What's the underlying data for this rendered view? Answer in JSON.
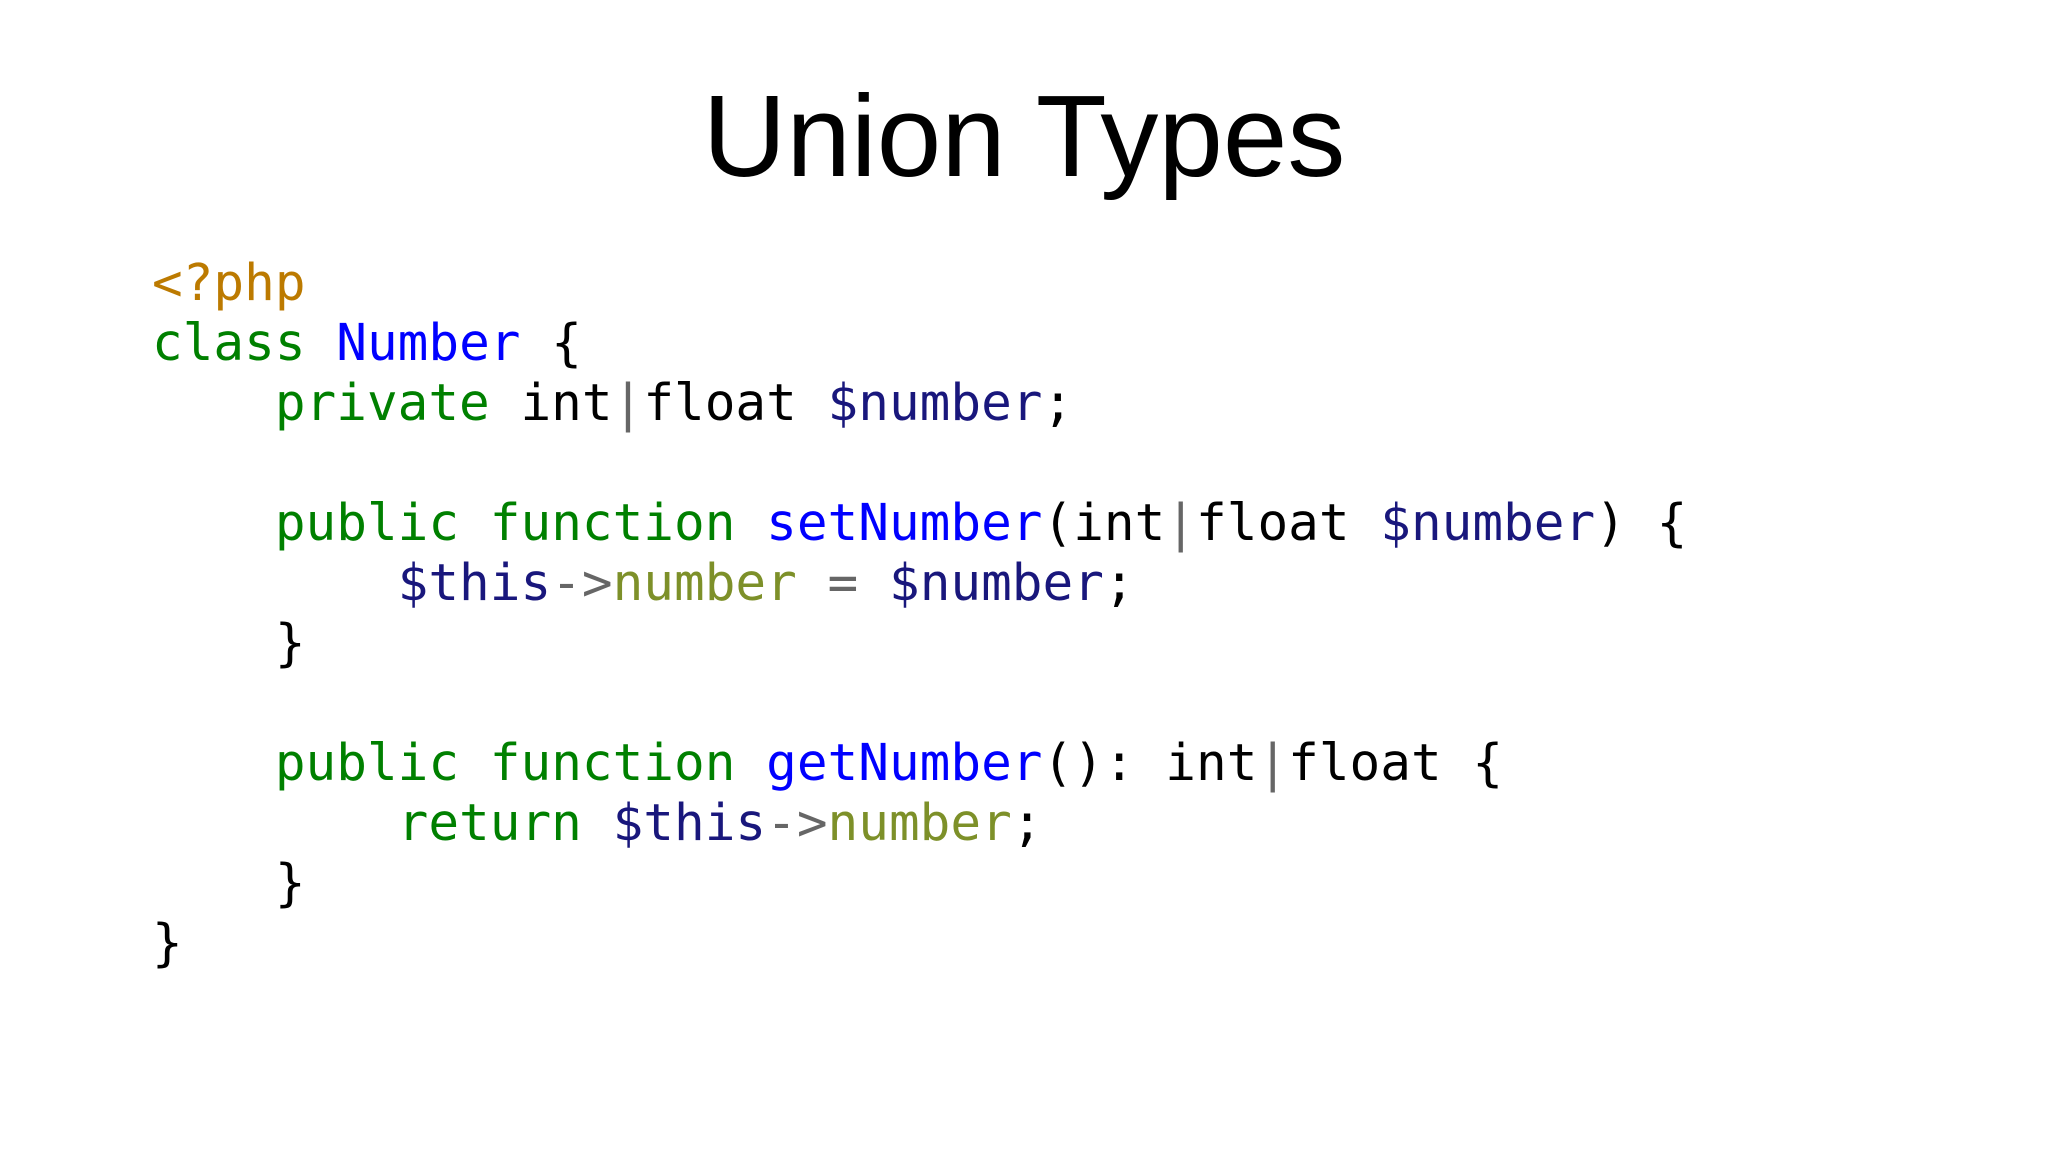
{
  "slide": {
    "title": "Union Types",
    "background_color": "#ffffff",
    "title_color": "#000000"
  },
  "code": {
    "language": "php",
    "token_colors": {
      "php_tag": "#BC7A00",
      "keyword": "#008000",
      "class_name": "#0000FF",
      "function_name": "#0000FF",
      "variable": "#19177C",
      "property": "#7D9029",
      "operator": "#666666",
      "plain": "#000000"
    },
    "lines": [
      [
        {
          "t": "<?php",
          "c": "php_tag"
        }
      ],
      [
        {
          "t": "class",
          "c": "keyword"
        },
        {
          "t": " ",
          "c": "plain"
        },
        {
          "t": "Number",
          "c": "class_name"
        },
        {
          "t": " {",
          "c": "plain"
        }
      ],
      [
        {
          "t": "    ",
          "c": "plain"
        },
        {
          "t": "private",
          "c": "keyword"
        },
        {
          "t": " int",
          "c": "plain"
        },
        {
          "t": "|",
          "c": "operator"
        },
        {
          "t": "float ",
          "c": "plain"
        },
        {
          "t": "$number",
          "c": "variable"
        },
        {
          "t": ";",
          "c": "plain"
        }
      ],
      [],
      [
        {
          "t": "    ",
          "c": "plain"
        },
        {
          "t": "public",
          "c": "keyword"
        },
        {
          "t": " ",
          "c": "plain"
        },
        {
          "t": "function",
          "c": "keyword"
        },
        {
          "t": " ",
          "c": "plain"
        },
        {
          "t": "setNumber",
          "c": "function_name"
        },
        {
          "t": "(int",
          "c": "plain"
        },
        {
          "t": "|",
          "c": "operator"
        },
        {
          "t": "float ",
          "c": "plain"
        },
        {
          "t": "$number",
          "c": "variable"
        },
        {
          "t": ") {",
          "c": "plain"
        }
      ],
      [
        {
          "t": "        ",
          "c": "plain"
        },
        {
          "t": "$this",
          "c": "variable"
        },
        {
          "t": "->",
          "c": "operator"
        },
        {
          "t": "number",
          "c": "property"
        },
        {
          "t": " ",
          "c": "plain"
        },
        {
          "t": "=",
          "c": "operator"
        },
        {
          "t": " ",
          "c": "plain"
        },
        {
          "t": "$number",
          "c": "variable"
        },
        {
          "t": ";",
          "c": "plain"
        }
      ],
      [
        {
          "t": "    }",
          "c": "plain"
        }
      ],
      [],
      [
        {
          "t": "    ",
          "c": "plain"
        },
        {
          "t": "public",
          "c": "keyword"
        },
        {
          "t": " ",
          "c": "plain"
        },
        {
          "t": "function",
          "c": "keyword"
        },
        {
          "t": " ",
          "c": "plain"
        },
        {
          "t": "getNumber",
          "c": "function_name"
        },
        {
          "t": "(): int",
          "c": "plain"
        },
        {
          "t": "|",
          "c": "operator"
        },
        {
          "t": "float {",
          "c": "plain"
        }
      ],
      [
        {
          "t": "        ",
          "c": "plain"
        },
        {
          "t": "return",
          "c": "keyword"
        },
        {
          "t": " ",
          "c": "plain"
        },
        {
          "t": "$this",
          "c": "variable"
        },
        {
          "t": "->",
          "c": "operator"
        },
        {
          "t": "number",
          "c": "property"
        },
        {
          "t": ";",
          "c": "plain"
        }
      ],
      [
        {
          "t": "    }",
          "c": "plain"
        }
      ],
      [
        {
          "t": "}",
          "c": "plain"
        }
      ]
    ]
  }
}
